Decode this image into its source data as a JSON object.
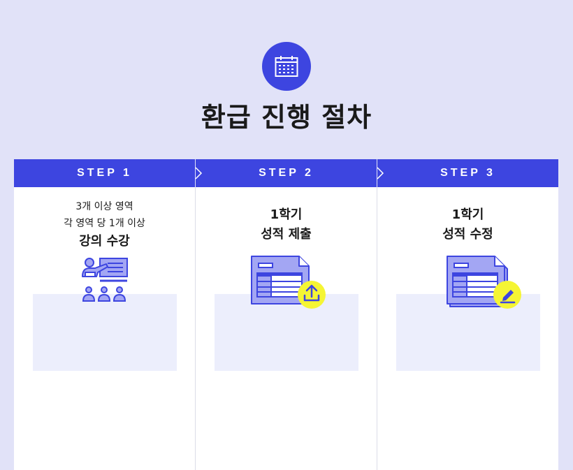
{
  "page": {
    "title": "환급 진행 절차",
    "calendar_icon": "calendar-icon",
    "accent_color": "#3d45e0",
    "highlight_color": "#f5f534",
    "background_color": "#e1e2f8"
  },
  "steps": [
    {
      "label": "STEP 1",
      "line1": "3개 이상 영역",
      "line2": "각 영역 당 1개 이상",
      "bold": "강의 수강",
      "icon": "lecture-icon"
    },
    {
      "label": "STEP 2",
      "line1": "1학기",
      "bold": "성적 제출",
      "icon": "document-upload-icon"
    },
    {
      "label": "STEP 3",
      "line1": "1학기",
      "bold": "성적 수정",
      "icon": "document-edit-icon"
    }
  ]
}
